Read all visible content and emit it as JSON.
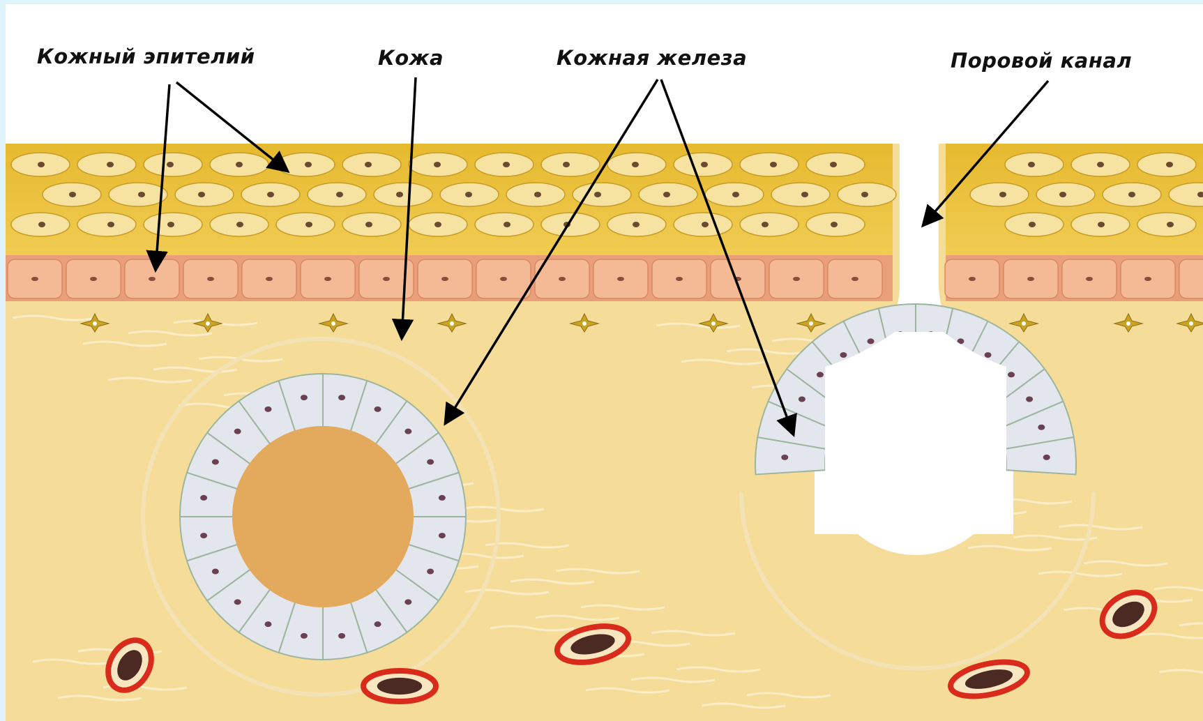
{
  "labels": {
    "epithelium": "Кожный эпителий",
    "skin": "Кожа",
    "gland": "Кожная железа",
    "pore": "Поровой канал"
  },
  "colors": {
    "horny_layer": "#ecc33e",
    "basal_layer": "#f0ae88",
    "dermis": "#f6dc99",
    "gland_cells": "#e3e6ec",
    "gland_lumen": "#e3a95c",
    "blood_vessel_rim": "#d92b1c",
    "blood_vessel_core": "#4a2a22"
  }
}
